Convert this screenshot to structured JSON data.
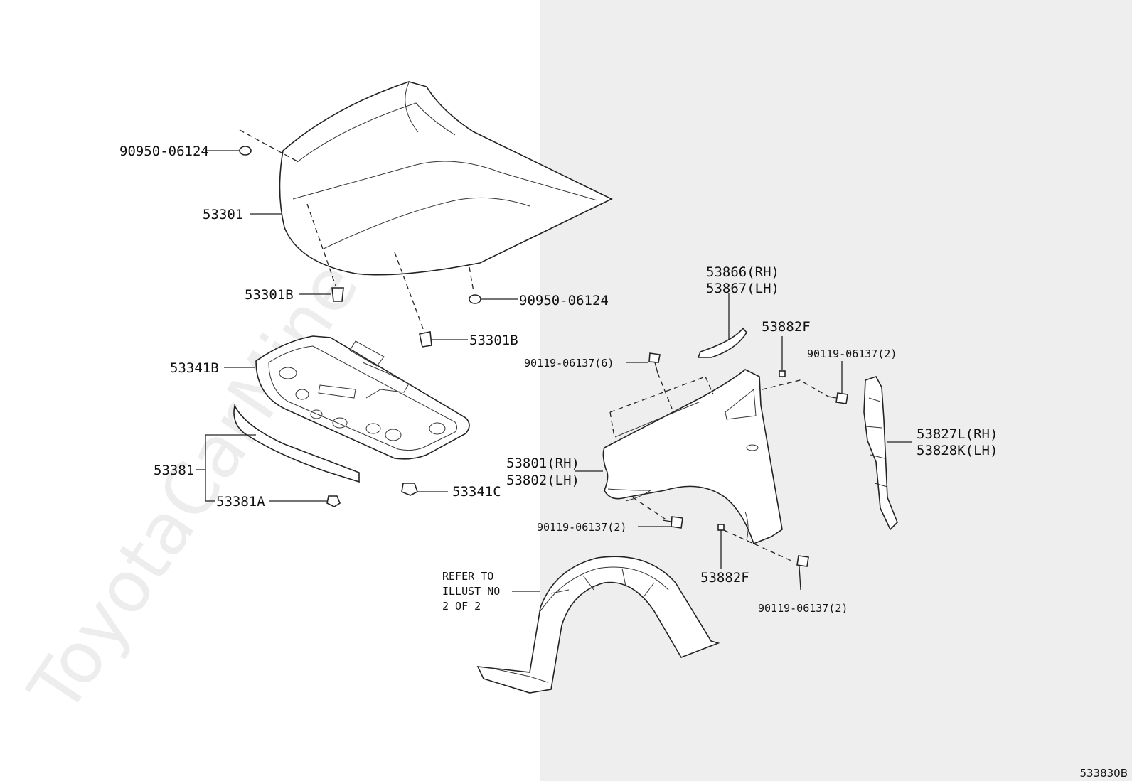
{
  "watermark": "ToyotaCarMine.ru",
  "illustration_code": "533830B",
  "note": {
    "line1": "REFER TO",
    "line2": "ILLUST NO",
    "line3": "2 OF 2"
  },
  "labels": {
    "plug_top_left": "90950-06124",
    "hood": "53301",
    "cushion_left": "53301B",
    "plug_right": "90950-06124",
    "cushion_right": "53301B",
    "insulator": "53341B",
    "seal": "53381",
    "seal_clip": "53381A",
    "insulator_clip": "53341C",
    "fender_rh": "53801(RH)",
    "fender_lh": "53802(LH)",
    "bolt_top": "90119-06137(6)",
    "seal_top_rh": "53866(RH)",
    "seal_top_lh": "53867(LH)",
    "clip_top": "53882F",
    "bolt_rear_top": "90119-06137(2)",
    "bracket_rh": "53827L(RH)",
    "bracket_lh": "53828K(LH)",
    "bolt_front": "90119-06137(2)",
    "clip_bottom": "53882F",
    "bolt_rear_bottom": "90119-06137(2)"
  }
}
